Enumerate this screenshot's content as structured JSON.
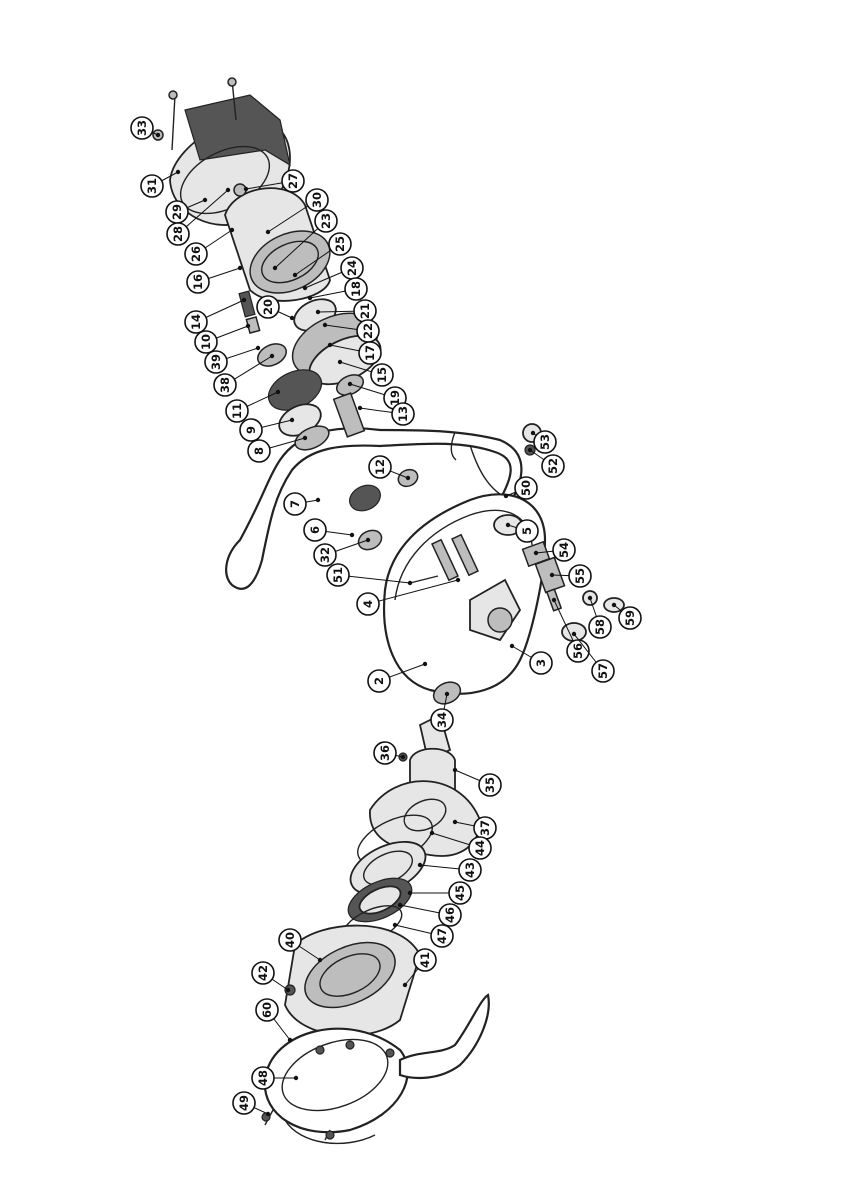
{
  "part_numbers": [
    "33",
    "31",
    "29",
    "28",
    "27",
    "30",
    "26",
    "23",
    "16",
    "25",
    "24",
    "18",
    "21",
    "22",
    "17",
    "20",
    "14",
    "10",
    "39",
    "38",
    "11",
    "15",
    "19",
    "13",
    "9",
    "8",
    "12",
    "53",
    "52",
    "50",
    "7",
    "6",
    "32",
    "5",
    "54",
    "55",
    "51",
    "4",
    "59",
    "58",
    "56",
    "57",
    "3",
    "2",
    "34",
    "36",
    "35",
    "37",
    "44",
    "43",
    "45",
    "46",
    "47",
    "40",
    "41",
    "42",
    "60",
    "48",
    "49"
  ]
}
